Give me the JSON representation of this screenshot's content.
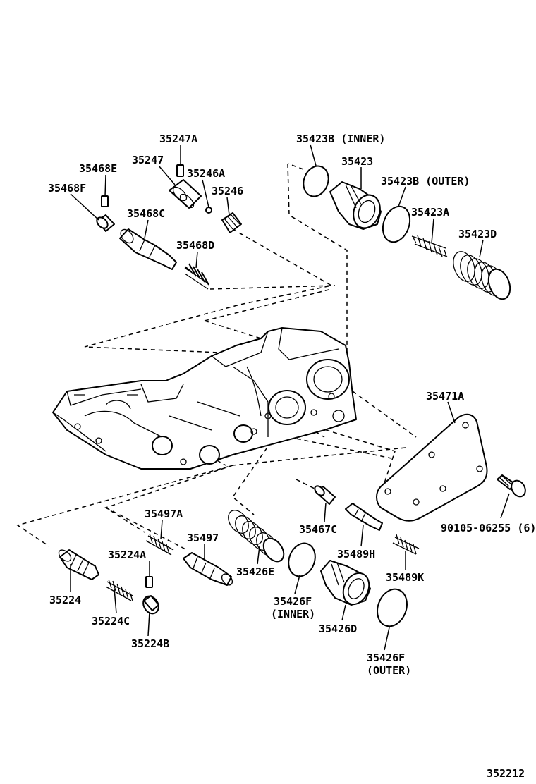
{
  "labels": {
    "p35247A": "35247A",
    "p35247": "35247",
    "p35246A": "35246A",
    "p35246": "35246",
    "p35468E": "35468E",
    "p35468F": "35468F",
    "p35468C": "35468C",
    "p35468D": "35468D",
    "p35423B_inner": "35423B (INNER)",
    "p35423": "35423",
    "p35423B_outer": "35423B (OUTER)",
    "p35423A": "35423A",
    "p35423D": "35423D",
    "p35471A": "35471A",
    "p90105": "90105-06255 (6)",
    "p35497A": "35497A",
    "p35497": "35497",
    "p35224A": "35224A",
    "p35224": "35224",
    "p35224C": "35224C",
    "p35224B": "35224B",
    "p35426E": "35426E",
    "p35426F_inner_1": "35426F",
    "p35426F_inner_2": "(INNER)",
    "p35426D": "35426D",
    "p35426F_outer_1": "35426F",
    "p35426F_outer_2": "(OUTER)",
    "p35467C": "35467C",
    "p35489H": "35489H",
    "p35489K": "35489K"
  },
  "figure_number": "352212"
}
